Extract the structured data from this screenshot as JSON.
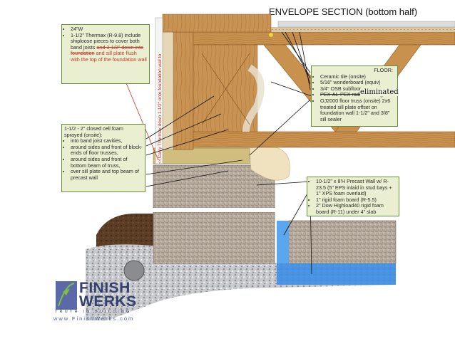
{
  "header": {
    "title": "ENVELOPE SECTION (bottom half)"
  },
  "vertical_note": "<<Carry Thermax down 1-1/2\" onto foundation wall to",
  "thermax_callout": {
    "line1": "24\"W",
    "item1_a": "1-1/2\" Thermax (R-9.8) include shiploose pieces to cover both band joists ",
    "item1_strike": "and 3-1/2\" down into foundation",
    "item1_b": " and sill plate flush with the top of the foundation wall"
  },
  "foam_callout": {
    "intro": "1-1/2 - 2\" closed cell foam sprayed (onsite):",
    "items": [
      "into band joist cavities,",
      "around sides and front of block-ends of floor trusses,",
      "around sides and front of bottom beam of truss,",
      "over sill plate and top beam of precast wall"
    ]
  },
  "floor_callout": {
    "heading": "FLOOR:",
    "items": [
      "Ceramic tile (onsite)",
      "5/16\" wonderboard (equiv)",
      "3/4\" OSB subfloor",
      "PEX-AL-PEX radiant tubing",
      "OJ2000 floor truss (onsite) 2x6 treated sill plate offset on foundation wall 1-1/2\" and 3/8\" sill sealer"
    ],
    "eliminated_label": "eliminated"
  },
  "wall_callout": {
    "items": [
      "10-1/2\" x 8'H Precast Wall w/ R-23.5 (5\" EPS inlaid in stud bays + 1\" XPS foam overlaid)",
      "1\" rigid foam board (R-5.5)",
      "2\" Dow Highload40 rigid foam board (R-11) under 4\" slab"
    ]
  },
  "logo": {
    "word1": "FINISH",
    "word2": "WERKS",
    "tagline": "TRUTH IN BUILDING",
    "url": "www.FinishWerks.com"
  },
  "colors": {
    "callout_bg": "#e9efd0",
    "callout_border": "#6b8a3c",
    "annotation_red": "#c0392b",
    "foam_blue": "#3d8ee6",
    "concrete": "#b9aea2",
    "wood": "#c8914e"
  }
}
